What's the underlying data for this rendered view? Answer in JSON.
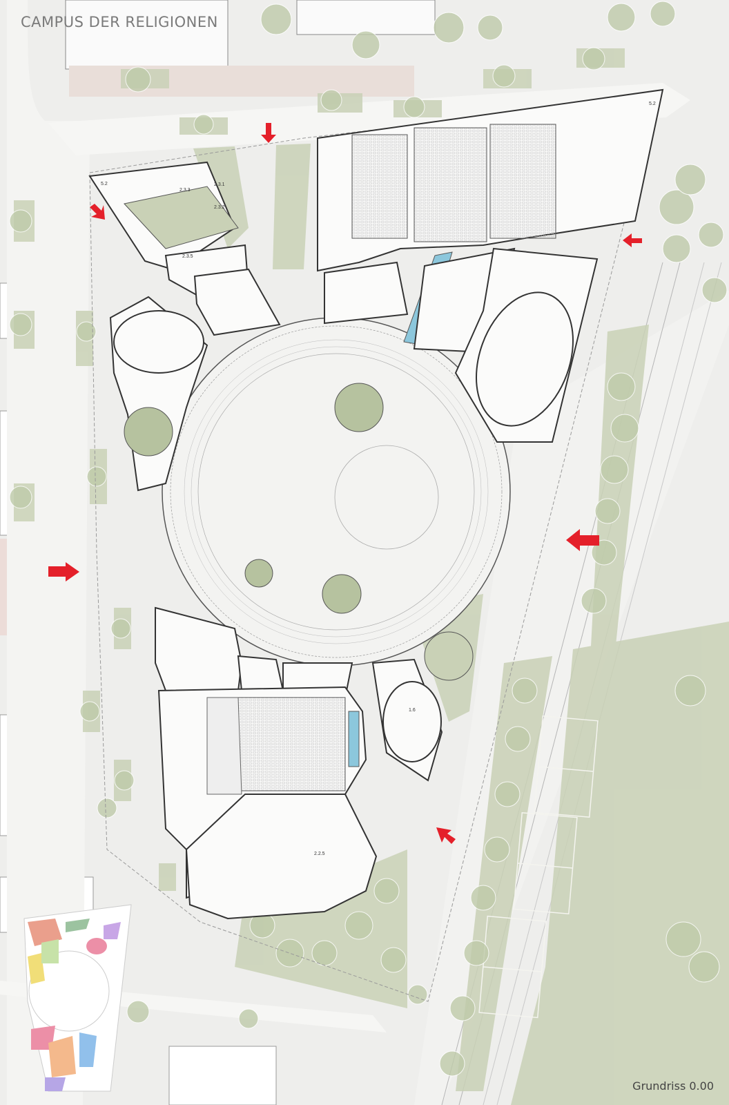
{
  "title": "CAMPUS DER RELIGIONEN",
  "caption": "Grundriss  0.00",
  "colors": {
    "background": "#eeeeec",
    "road": "#f7f7f5",
    "building_outline": "#3a3a3a",
    "green": "#c9d1b6",
    "tree": "#b8c5a2",
    "entrance_arrow": "#e4202a",
    "water": "#8cc7dc"
  },
  "room_labels": [
    "5.2",
    "2.3.1",
    "2.3.2",
    "2.3.3",
    "2.3.5",
    "5.2",
    "2.2.5",
    "1.6"
  ],
  "icons": [
    "entrance-arrow-icon",
    "tree-icon",
    "north-key-plan"
  ]
}
